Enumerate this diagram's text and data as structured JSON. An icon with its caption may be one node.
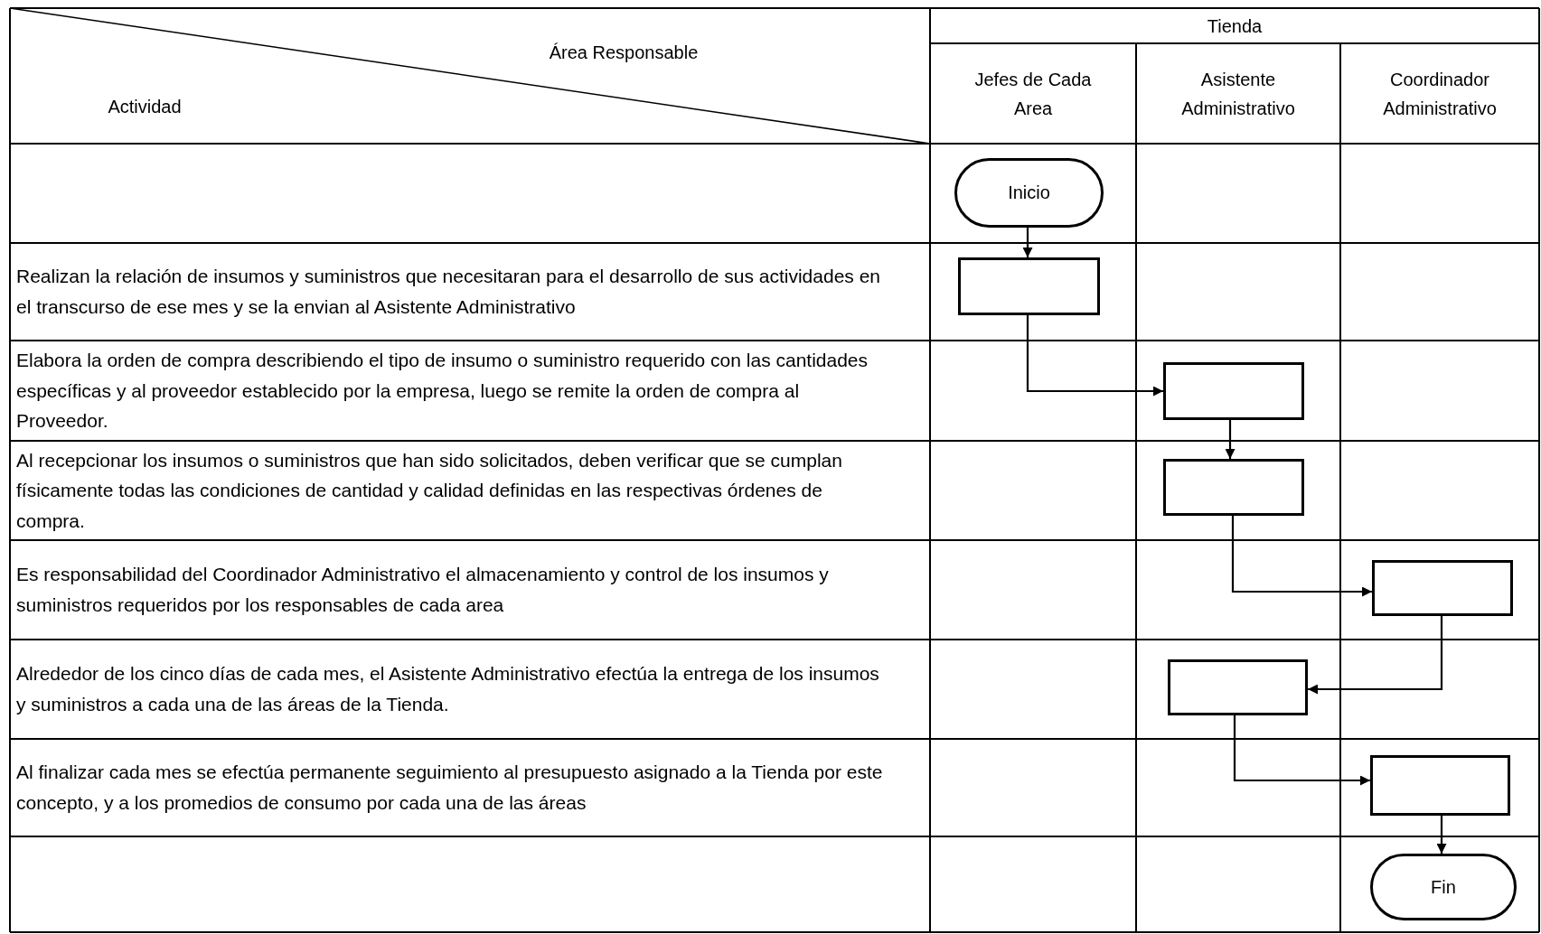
{
  "diagram": {
    "nodes": [
      {
        "text": [
          "Inicio"
        ]
      },
      {
        "text": [],
        "shape": "box"
      },
      {
        "text": [],
        "shape": "box"
      },
      {
        "text": [],
        "shape": "box"
      },
      {
        "text": [],
        "shape": "box"
      },
      {
        "text": [],
        "shape": "box"
      },
      {
        "text": [],
        "shape": "box"
      },
      {
        "text": [
          "Fin"
        ]
      }
    ],
    "edges": [
      {
        "from": 0,
        "to": 1,
        "arrow": "to"
      },
      {
        "from": 1,
        "to": 2,
        "arrow": "to"
      },
      {
        "from": 2,
        "to": 3,
        "arrow": "to"
      },
      {
        "from": 3,
        "to": 4,
        "arrow": "to"
      },
      {
        "from": 4,
        "to": 5,
        "arrow": "to"
      },
      {
        "from": 5,
        "to": 6,
        "arrow": "to"
      },
      {
        "from": 6,
        "to": 7,
        "arrow": "to"
      }
    ],
    "labels": [
      "Área Responsable",
      "Tienda",
      "Actividad",
      "Jefes de Cada Area",
      "Asistente Administrativo",
      "Coordinador Administrativo",
      "Realizan la relación de insumos y suministros que necesitaran para el desarrollo de sus actividades en el transcurso de ese mes y se la envian al Asistente Administrativo",
      "Elabora la orden de compra describiendo el tipo de insumo o suministro requerido con las cantidades específicas y al proveedor establecido por la empresa, luego se remite la orden de compra al Proveedor.",
      "Al recepcionar los insumos o suministros que han sido solicitados, deben verificar que se cumplan físicamente todas las condiciones de cantidad y calidad definidas en las respectivas órdenes de compra.",
      "Es responsabilidad del Coordinador Administrativo el almacenamiento y control de los insumos y suministros requeridos por los responsables de cada area",
      "Alrededor de los cinco días de cada mes, el Asistente Administrativo efectúa la entrega de los insumos y suministros a cada una de las áreas de la Tienda.",
      "Al finalizar cada mes se efectúa permanente seguimiento al presupuesto asignado a la Tienda por este concepto, y a los promedios de consumo por cada una de las áreas"
    ]
  }
}
